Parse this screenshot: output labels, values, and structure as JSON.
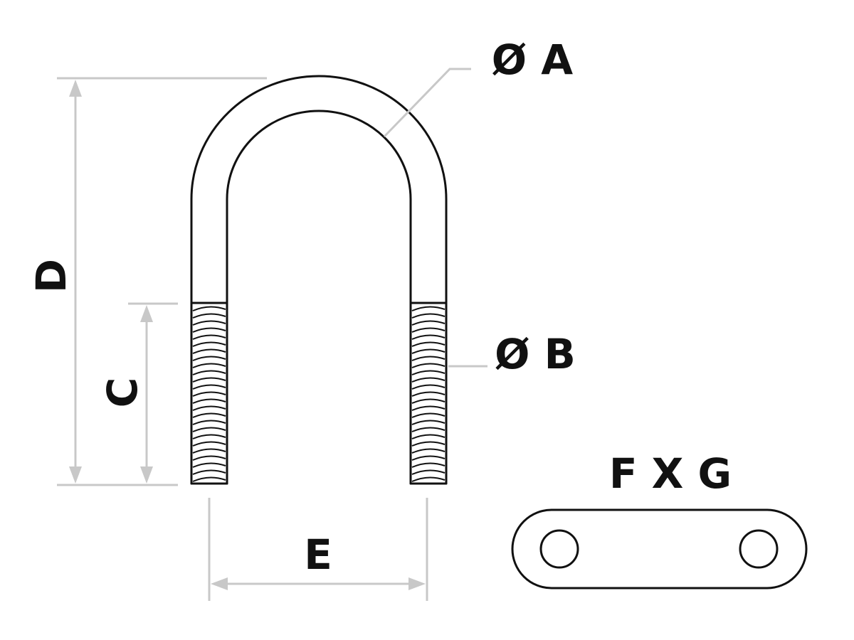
{
  "labels": {
    "a": "Ø A",
    "b": "Ø B",
    "c": "C",
    "d": "D",
    "e": "E",
    "fxg": "F X G"
  },
  "colors": {
    "outline": "#111111",
    "dimension_lines": "#c8c8c8",
    "background": "#ffffff"
  }
}
